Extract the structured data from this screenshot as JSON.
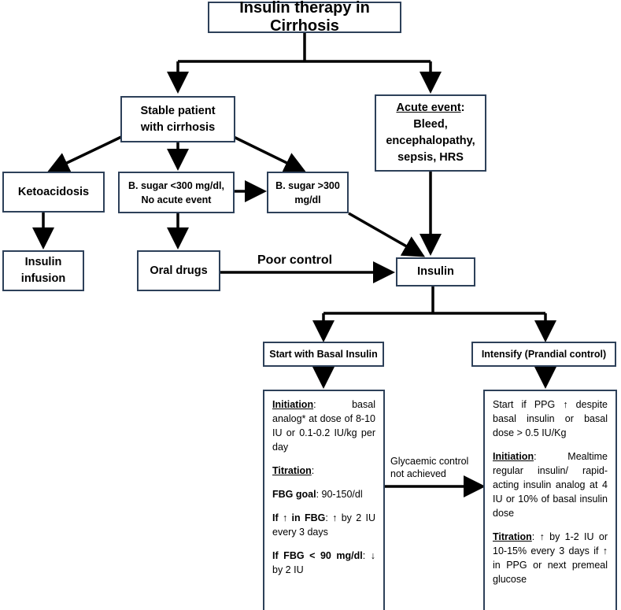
{
  "title": "Insulin therapy in Cirrhosis",
  "nodes": {
    "stable": [
      "Stable patient",
      "with cirrhosis"
    ],
    "acute_head": "Acute event",
    "acute_colon": ":",
    "acute_lines": [
      "Bleed,",
      "encephalopathy,",
      "sepsis, HRS"
    ],
    "keto": "Ketoacidosis",
    "bsugar_low": [
      "B. sugar <300 mg/dl,",
      "No acute event"
    ],
    "bsugar_high": [
      "B. sugar >300",
      "mg/dl"
    ],
    "infusion": [
      "Insulin",
      "infusion"
    ],
    "oral": "Oral drugs",
    "insulin": "Insulin",
    "basal_head": "Start with Basal Insulin",
    "intensify_head": "Intensify (Prandial control)"
  },
  "edge_labels": {
    "poor_control": "Poor control",
    "glycaemic": [
      "Glycaemic control",
      "not achieved"
    ]
  },
  "basal_box": {
    "initiation_label": "Initiation",
    "initiation_text": ": basal analog* at dose of 8-10 IU or 0.1-0.2 IU/kg per day",
    "titration_label": "Titration",
    "titration_colon": ":",
    "fbg_goal_label": "FBG goal",
    "fbg_goal_text": ": 90-150/dl",
    "if_up_label": "If ↑ in FBG",
    "if_up_text": ": ↑ by 2 IU every 3 days",
    "if_low_label": "If FBG < 90 mg/dl",
    "if_low_text": ": ↓ by 2 IU"
  },
  "prandial_box": {
    "start_text": "Start if PPG ↑ despite basal insulin or basal dose > 0.5 IU/Kg",
    "initiation_label": "Initiation",
    "initiation_text": ": Mealtime regular insulin/ rapid-acting insulin analog at 4 IU or 10% of basal insulin dose",
    "titration_label": "Titration",
    "titration_text": ": ↑ by 1-2 IU or 10-15% every 3 days if ↑ in PPG or next premeal glucose"
  }
}
